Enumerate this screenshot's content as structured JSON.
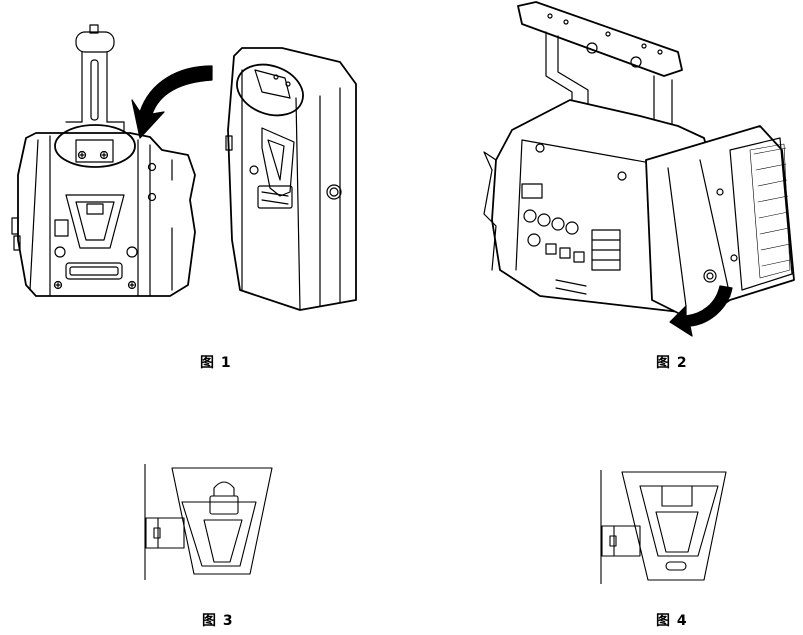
{
  "figures": [
    {
      "id": 1,
      "caption": "图 1",
      "description": "Battery plate being attached to camera body rear (curved arrow showing mounting direction, highlighted ellipse areas)"
    },
    {
      "id": 2,
      "caption": "图 2",
      "description": "Camera with top handle; battery plate tilted away from body with curved arrow indicating removal"
    },
    {
      "id": 3,
      "caption": "图 3",
      "description": "V-mount plate detail with lock lever in raised position"
    },
    {
      "id": 4,
      "caption": "图 4",
      "description": "V-mount plate detail with lock lever in lowered position"
    }
  ]
}
